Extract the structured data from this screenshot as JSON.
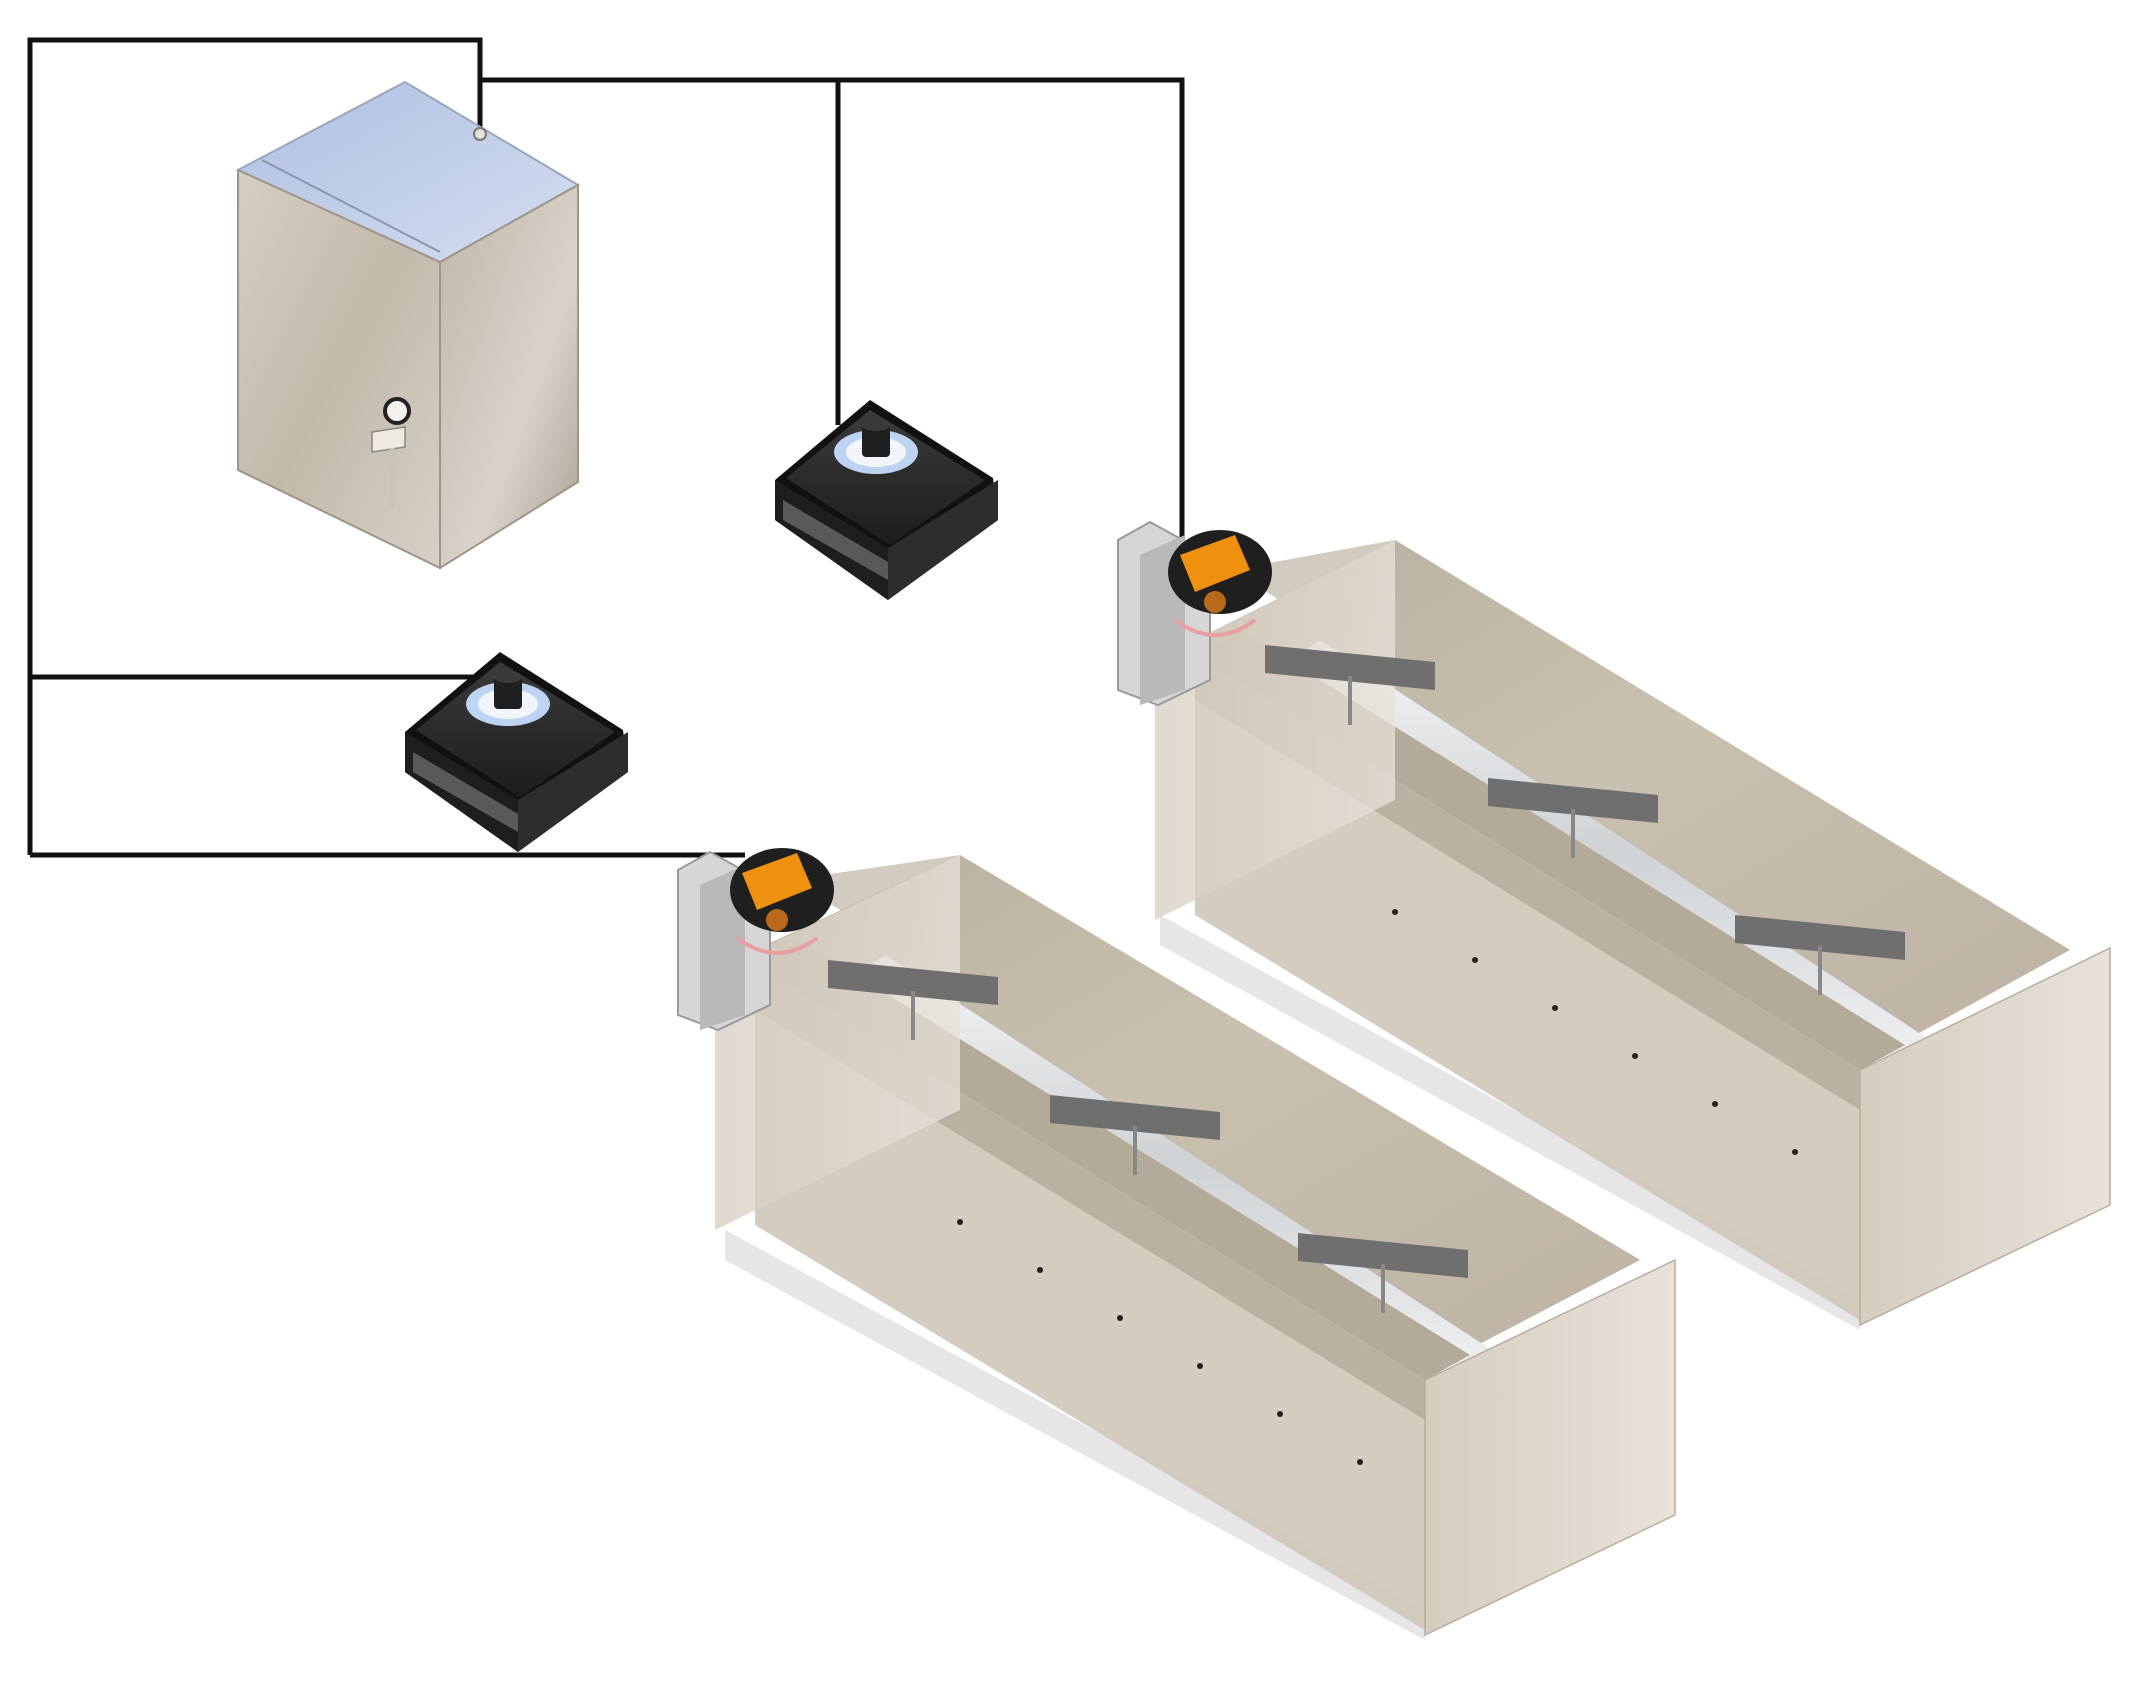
{
  "diagram": {
    "colors": {
      "background": "#ffffff",
      "wire": "#111111",
      "cabinet_front": "#cbc3b7",
      "cabinet_side": "#b9b0a4",
      "cabinet_top": "#bccbe6",
      "sensor_body": "#2a2a2a",
      "sensor_ring": "#bcd3f2",
      "motor_orange": "#f0900f",
      "trough_metal": "#c8bfae",
      "trough_end": "#d9d1c5",
      "shaft": "#e6e8ea",
      "comb": "#6f6f6f"
    },
    "components": [
      {
        "id": "control-cabinet",
        "icon": "electrical-cabinet-icon"
      },
      {
        "id": "sensor-upper",
        "icon": "sensor-icon"
      },
      {
        "id": "sensor-lower",
        "icon": "sensor-icon"
      },
      {
        "id": "drive-motor-rear",
        "icon": "motor-icon"
      },
      {
        "id": "drive-motor-front",
        "icon": "motor-icon"
      },
      {
        "id": "feeder-trough-rear",
        "icon": "trough-icon"
      },
      {
        "id": "feeder-trough-front",
        "icon": "trough-icon"
      }
    ],
    "connections": [
      {
        "from": "control-cabinet",
        "to": "sensor-upper"
      },
      {
        "from": "control-cabinet",
        "to": "drive-motor-rear"
      },
      {
        "from": "control-cabinet",
        "to": "sensor-lower"
      },
      {
        "from": "control-cabinet",
        "to": "drive-motor-front"
      }
    ]
  }
}
